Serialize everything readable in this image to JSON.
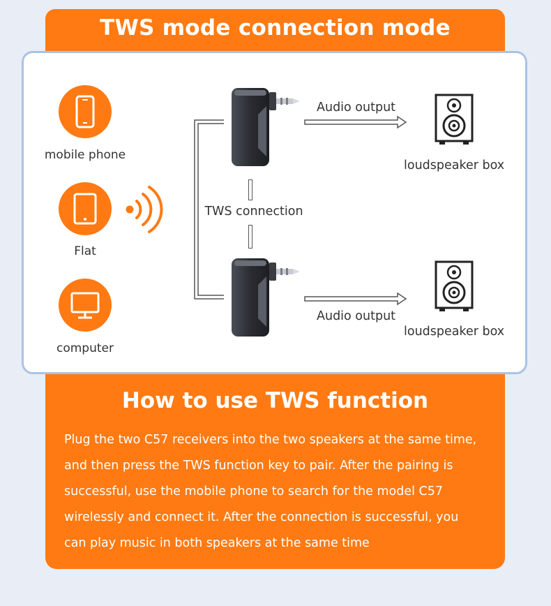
{
  "header": {
    "title": "TWS mode connection mode"
  },
  "sources": [
    {
      "label": "mobile phone",
      "icon": "mobile-phone-icon"
    },
    {
      "label": "Flat",
      "icon": "tablet-icon"
    },
    {
      "label": "computer",
      "icon": "monitor-icon"
    }
  ],
  "connection": {
    "label": "TWS connection"
  },
  "outputs": [
    {
      "arrow_label": "Audio output",
      "device_label": "loudspeaker box"
    },
    {
      "arrow_label": "Audio output",
      "device_label": "loudspeaker box"
    }
  ],
  "howto": {
    "title": "How to use TWS function",
    "lines": [
      "Plug the two C57 receivers into the two speakers at the same time,",
      "and then press the TWS function key to pair. After the pairing is",
      "successful, use the mobile phone to search for the model C57",
      "wirelessly and connect it. After the connection is successful, you",
      "can play music in both speakers at the same time"
    ]
  },
  "colors": {
    "accent": "#ff7a12",
    "panel_border": "#a9c3e3",
    "background": "#e9edf5"
  }
}
